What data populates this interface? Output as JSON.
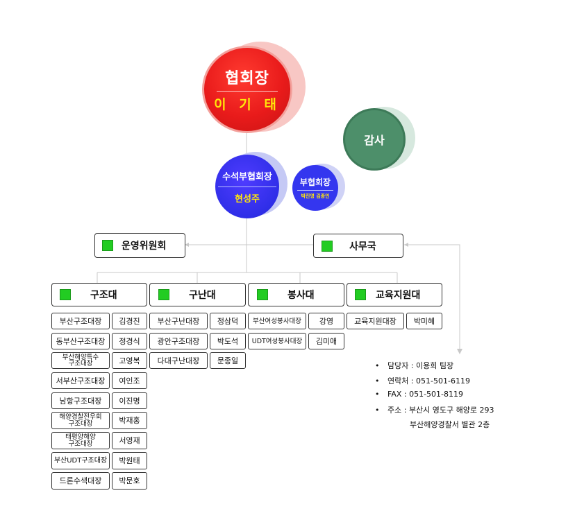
{
  "president": {
    "title": "협회장",
    "name": "이 기 태"
  },
  "auditor": {
    "title": "감사"
  },
  "senior_vp": {
    "title": "수석부협회장",
    "name": "현성주"
  },
  "vice_president": {
    "title": "부협회장",
    "names": "박진영 김종인"
  },
  "committee": {
    "label": "운영위원회"
  },
  "secretariat": {
    "label": "사무국"
  },
  "divisions": [
    {
      "label": "구조대",
      "units": [
        [
          "부산구조대장",
          "김경진"
        ],
        [
          "동부산구조대장",
          "정경식"
        ],
        [
          "부산해양특수 구조대장",
          "고영복"
        ],
        [
          "서부산구조대장",
          "여인조"
        ],
        [
          "남항구조대장",
          "이진명"
        ],
        [
          "해양경찰전우회 구조대장",
          "박재홍"
        ],
        [
          "태평양해양 구조대장",
          "서영재"
        ],
        [
          "부산UDT구조대장",
          "박원태"
        ],
        [
          "드론수색대장",
          "박문호"
        ]
      ]
    },
    {
      "label": "구난대",
      "units": [
        [
          "부산구난대장",
          "정삼덕"
        ],
        [
          "광안구조대장",
          "박도석"
        ],
        [
          "다대구난대장",
          "문종일"
        ]
      ]
    },
    {
      "label": "봉사대",
      "units": [
        [
          "부산여성봉사대장",
          "강영"
        ],
        [
          "UDT여성봉사대장",
          "김미애"
        ]
      ]
    },
    {
      "label": "교육지원대",
      "units": [
        [
          "교육지원대장",
          "박미혜"
        ]
      ]
    }
  ],
  "contact": [
    "담당자 : 이용희 팀장",
    "연락처 : 051-501-6119",
    "FAX : 051-501-8119",
    "주소 : 부산시 영도구 해양로 293",
    "부산해양경찰서 별관 2층"
  ]
}
